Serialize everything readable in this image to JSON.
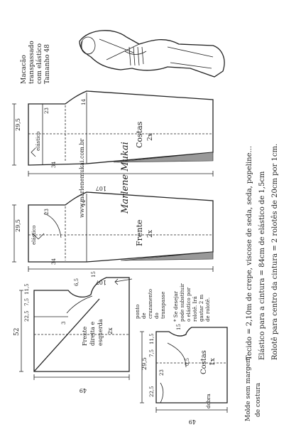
{
  "title": {
    "line1": "Macacão",
    "line2": "transpassado",
    "line3": "com elástico",
    "line4": "Tamanho 48"
  },
  "backPiece": {
    "label": "Costas",
    "count": "2x",
    "dim_height": "29,5",
    "dim_top": "23",
    "dim_right": "14",
    "dim_bottom": "34",
    "dim_length": "107",
    "elastic": "elástico"
  },
  "frontPiece": {
    "label": "Frente",
    "count": "2x",
    "dim_height": "29,5",
    "dim_top": "23",
    "dim_right": "14",
    "dim_bottom": "34",
    "dim_length": "107",
    "side_mark": "elástico"
  },
  "bodiceFront": {
    "label1": "Frente",
    "label2": "direita e",
    "label3": "esquerda",
    "count": "2x",
    "dim_52": "52",
    "dim_225": "22,5",
    "dim_75": "7,5",
    "dim_115": "11,5",
    "dim_65": "6,5",
    "dim_15": "15",
    "dim_3": "3",
    "dim_49": "49",
    "crossing_1": "ponto",
    "crossing_2": "de",
    "crossing_3": "cruzamento",
    "crossing_4": "do",
    "crossing_5": "transpasse"
  },
  "bodiceBack": {
    "label": "Costas",
    "count": "1x",
    "dim_29": "29,5",
    "dim_225": "22,5",
    "dim_75": "7,5",
    "dim_115": "11,5",
    "dim_15": "15",
    "dim_06": "0,5",
    "dim_23": "23",
    "dim_49": "49",
    "fold": "dobra"
  },
  "note": {
    "line1": "* Se desejar",
    "line2": "pode substituir",
    "line3": "o elástico por",
    "line4": "rolotê. Irá",
    "line5": "gastar 2 m",
    "line6": "de rolotê."
  },
  "website": "www.marlenemukai.com.br",
  "signature": "Marlene Mukai",
  "fabric": {
    "line1": "Tecido = 2,10m de crepe, viscose de seda, seda, popeline...",
    "line2": "Elástico para a cintura = 84cm de elástico de 1,5cm",
    "line3": "Rolotê para centro da cintura = 2 rolotês de 20cm por 1cm."
  },
  "footer": {
    "line1": "Molde sem margem",
    "line2": "de costura"
  }
}
